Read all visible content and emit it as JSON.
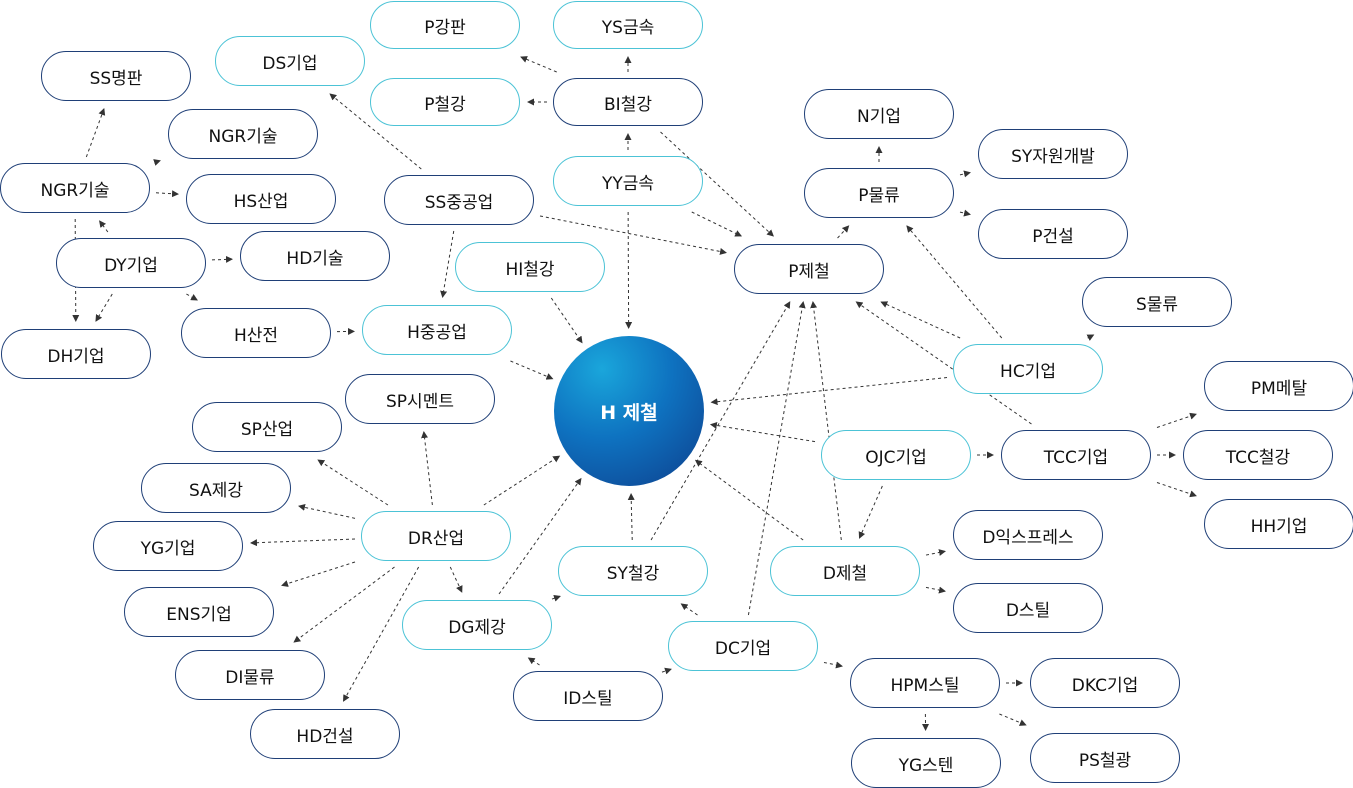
{
  "center": {
    "label": "H 제철"
  },
  "nodes": [
    {
      "id": "ss-nameplate",
      "label": "SS명판"
    },
    {
      "id": "ds-corp",
      "label": "DS기업"
    },
    {
      "id": "p-steelplate",
      "label": "P강판"
    },
    {
      "id": "ys-metal",
      "label": "YS금속"
    },
    {
      "id": "ngr-tech-1",
      "label": "NGR기술"
    },
    {
      "id": "ngr-tech-2",
      "label": "NGR기술"
    },
    {
      "id": "hs-industry",
      "label": "HS산업"
    },
    {
      "id": "p-steel-1",
      "label": "P철강"
    },
    {
      "id": "bi-steel",
      "label": "BI철강"
    },
    {
      "id": "n-corp",
      "label": "N기업"
    },
    {
      "id": "sy-resource",
      "label": "SY자원개발"
    },
    {
      "id": "p-logistics",
      "label": "P물류"
    },
    {
      "id": "p-construction",
      "label": "P건설"
    },
    {
      "id": "dy-corp",
      "label": "DY기업"
    },
    {
      "id": "hd-tech",
      "label": "HD기술"
    },
    {
      "id": "ss-heavy",
      "label": "SS중공업"
    },
    {
      "id": "yy-metal",
      "label": "YY금속"
    },
    {
      "id": "p-steelworks",
      "label": "P제철"
    },
    {
      "id": "dh-corp",
      "label": "DH기업"
    },
    {
      "id": "h-electric",
      "label": "H산전"
    },
    {
      "id": "h-heavy",
      "label": "H중공업"
    },
    {
      "id": "hi-steel",
      "label": "HI철강"
    },
    {
      "id": "s-logistics",
      "label": "S물류"
    },
    {
      "id": "hc-corp",
      "label": "HC기업"
    },
    {
      "id": "sp-cement",
      "label": "SP시멘트"
    },
    {
      "id": "sp-industry",
      "label": "SP산업"
    },
    {
      "id": "pm-metal",
      "label": "PM메탈"
    },
    {
      "id": "sa-steel",
      "label": "SA제강"
    },
    {
      "id": "ojc-corp",
      "label": "OJC기업"
    },
    {
      "id": "tcc-corp",
      "label": "TCC기업"
    },
    {
      "id": "tcc-steel",
      "label": "TCC철강"
    },
    {
      "id": "dr-industry",
      "label": "DR산업"
    },
    {
      "id": "yg-corp",
      "label": "YG기업"
    },
    {
      "id": "d-express",
      "label": "D익스프레스"
    },
    {
      "id": "hh-corp",
      "label": "HH기업"
    },
    {
      "id": "sy-steel",
      "label": "SY철강"
    },
    {
      "id": "d-steelworks",
      "label": "D제철"
    },
    {
      "id": "ens-corp",
      "label": "ENS기업"
    },
    {
      "id": "dg-steel",
      "label": "DG제강"
    },
    {
      "id": "d-steel",
      "label": "D스틸"
    },
    {
      "id": "dc-corp",
      "label": "DC기업"
    },
    {
      "id": "di-logistics",
      "label": "DI물류"
    },
    {
      "id": "id-steel",
      "label": "ID스틸"
    },
    {
      "id": "hpm-steel",
      "label": "HPM스틸"
    },
    {
      "id": "dkc-corp",
      "label": "DKC기업"
    },
    {
      "id": "hd-construction",
      "label": "HD건설"
    },
    {
      "id": "yg-stainless",
      "label": "YG스텐"
    },
    {
      "id": "ps-steelmine",
      "label": "PS철광"
    }
  ],
  "edges": [
    [
      "ngr-tech-2",
      "ss-nameplate"
    ],
    [
      "ngr-tech-2",
      "ngr-tech-1"
    ],
    [
      "ngr-tech-2",
      "hs-industry"
    ],
    [
      "ngr-tech-2",
      "dh-corp"
    ],
    [
      "dy-corp",
      "ngr-tech-2"
    ],
    [
      "dy-corp",
      "hd-tech"
    ],
    [
      "dy-corp",
      "dh-corp"
    ],
    [
      "dy-corp",
      "h-electric"
    ],
    [
      "h-electric",
      "h-heavy"
    ],
    [
      "ss-heavy",
      "ds-corp"
    ],
    [
      "ss-heavy",
      "h-heavy"
    ],
    [
      "ss-heavy",
      "p-steelworks"
    ],
    [
      "h-heavy",
      "center"
    ],
    [
      "hi-steel",
      "center"
    ],
    [
      "yy-metal",
      "center"
    ],
    [
      "yy-metal",
      "bi-steel"
    ],
    [
      "yy-metal",
      "p-steelworks"
    ],
    [
      "bi-steel",
      "p-steelplate"
    ],
    [
      "bi-steel",
      "ys-metal"
    ],
    [
      "bi-steel",
      "p-steel-1"
    ],
    [
      "bi-steel",
      "p-steelworks"
    ],
    [
      "p-steelworks",
      "p-logistics"
    ],
    [
      "p-logistics",
      "n-corp"
    ],
    [
      "p-logistics",
      "sy-resource"
    ],
    [
      "p-logistics",
      "p-construction"
    ],
    [
      "hc-corp",
      "p-logistics"
    ],
    [
      "hc-corp",
      "s-logistics"
    ],
    [
      "hc-corp",
      "p-steelworks"
    ],
    [
      "hc-corp",
      "center"
    ],
    [
      "tcc-corp",
      "p-steelworks"
    ],
    [
      "tcc-corp",
      "pm-metal"
    ],
    [
      "tcc-corp",
      "tcc-steel"
    ],
    [
      "tcc-corp",
      "hh-corp"
    ],
    [
      "ojc-corp",
      "center"
    ],
    [
      "ojc-corp",
      "tcc-corp"
    ],
    [
      "ojc-corp",
      "d-steelworks"
    ],
    [
      "d-steelworks",
      "center"
    ],
    [
      "d-steelworks",
      "p-steelworks"
    ],
    [
      "d-steelworks",
      "d-express"
    ],
    [
      "d-steelworks",
      "d-steel"
    ],
    [
      "dc-corp",
      "p-steelworks"
    ],
    [
      "dc-corp",
      "sy-steel"
    ],
    [
      "dc-corp",
      "id-steel"
    ],
    [
      "dc-corp",
      "hpm-steel"
    ],
    [
      "sy-steel",
      "center"
    ],
    [
      "sy-steel",
      "p-steelworks"
    ],
    [
      "sy-steel",
      "dg-steel"
    ],
    [
      "dg-steel",
      "center"
    ],
    [
      "id-steel",
      "dg-steel"
    ],
    [
      "hpm-steel",
      "dkc-corp"
    ],
    [
      "hpm-steel",
      "yg-stainless"
    ],
    [
      "hpm-steel",
      "ps-steelmine"
    ],
    [
      "dr-industry",
      "center"
    ],
    [
      "dr-industry",
      "sp-cement"
    ],
    [
      "dr-industry",
      "sp-industry"
    ],
    [
      "dr-industry",
      "sa-steel"
    ],
    [
      "dr-industry",
      "yg-corp"
    ],
    [
      "dr-industry",
      "ens-corp"
    ],
    [
      "dr-industry",
      "di-logistics"
    ],
    [
      "dr-industry",
      "hd-construction"
    ],
    [
      "dr-industry",
      "dg-steel"
    ]
  ],
  "colors": {
    "dark_border": "#1f3f77",
    "light_border": "#4cc3d6",
    "arrow": "#333333"
  }
}
